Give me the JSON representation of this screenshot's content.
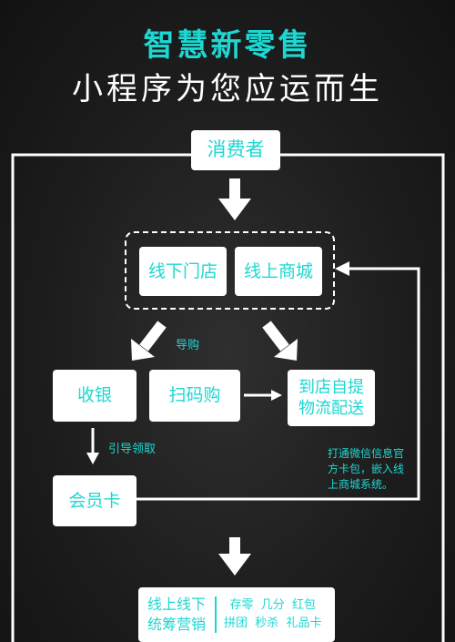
{
  "title": {
    "line1": "智慧新零售",
    "line2": "小程序为您应运而生"
  },
  "nodes": {
    "consumer": "消费者",
    "offline_store": "线下门店",
    "online_mall": "线上商城",
    "checkout": "收银",
    "scan_buy": "扫码购",
    "pickup_line1": "到店自提",
    "pickup_line2": "物流配送",
    "member_card": "会员卡",
    "bottom_line1": "线上线下",
    "bottom_line2": "统筹营销",
    "features_line1": "存零  几分  红包",
    "features_line2": "拼团  秒杀  礼品卡"
  },
  "labels": {
    "guide_purchase": "导购",
    "guide_receive": "引导领取"
  },
  "note": {
    "line1": "打通微信信息官",
    "line2": "方卡包，嵌入线",
    "line3": "上商城系统。"
  },
  "colors": {
    "accent": "#1ed7d2",
    "box_bg": "#ffffff",
    "background": "#1d1d1d",
    "line": "#ffffff"
  }
}
